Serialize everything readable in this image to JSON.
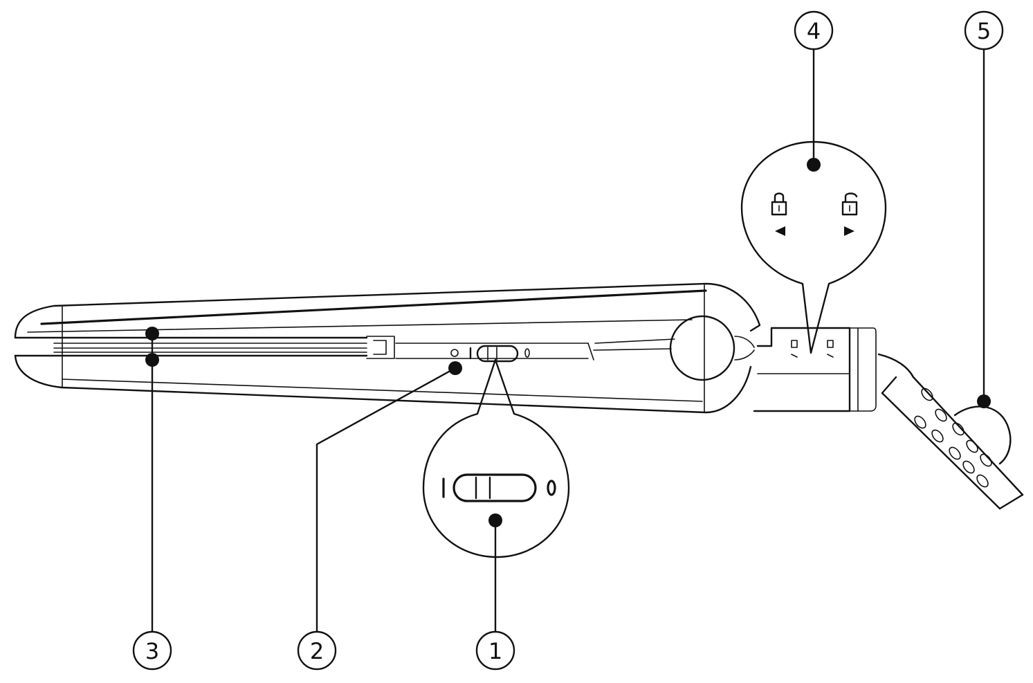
{
  "callouts": [
    {
      "id": "1",
      "label": "1"
    },
    {
      "id": "2",
      "label": "2"
    },
    {
      "id": "3",
      "label": "3"
    },
    {
      "id": "4",
      "label": "4"
    },
    {
      "id": "5",
      "label": "5"
    }
  ],
  "switch_marks": {
    "on": "I",
    "off": "O"
  },
  "colors": {
    "line": "#111111",
    "background": "#ffffff"
  }
}
